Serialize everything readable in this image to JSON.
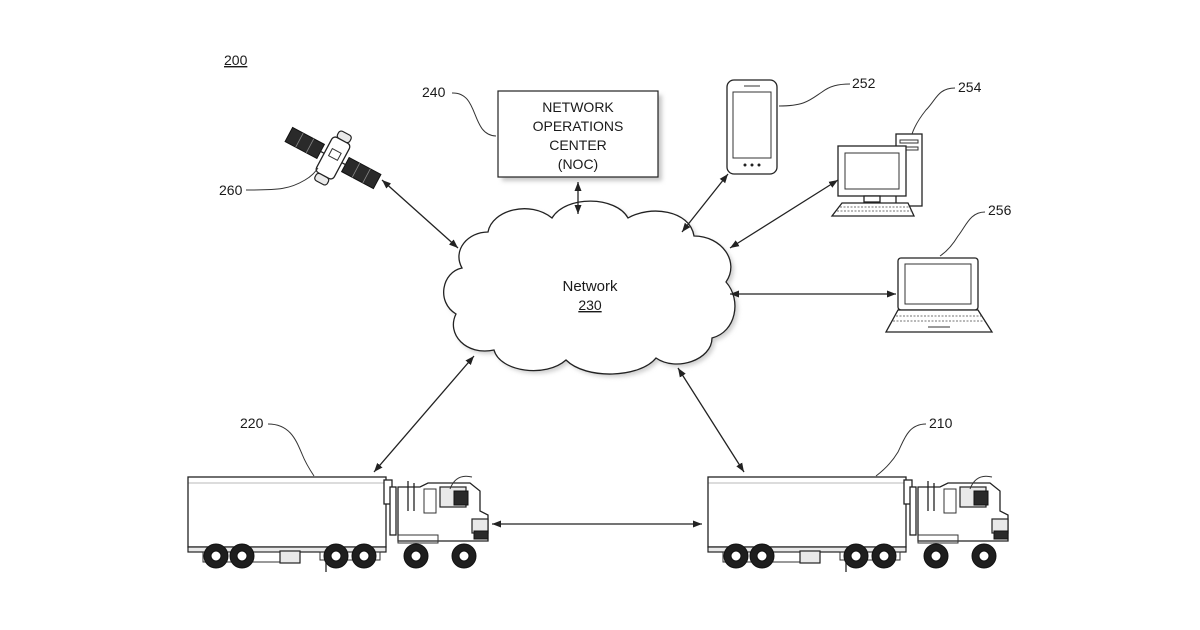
{
  "figure": {
    "number": "200"
  },
  "noc": {
    "ref": "240",
    "lines": [
      "NETWORK",
      "OPERATIONS",
      "CENTER",
      "(NOC)"
    ]
  },
  "network": {
    "label": "Network",
    "ref": "230"
  },
  "devices": {
    "satellite": {
      "ref": "260"
    },
    "smartphone": {
      "ref": "252"
    },
    "desktop": {
      "ref": "254"
    },
    "laptop": {
      "ref": "256"
    },
    "truck_left": {
      "ref": "220"
    },
    "truck_right": {
      "ref": "210"
    }
  },
  "colors": {
    "line": "#222222",
    "box_fill": "#ffffff",
    "shadow": "#d0d0d0"
  }
}
